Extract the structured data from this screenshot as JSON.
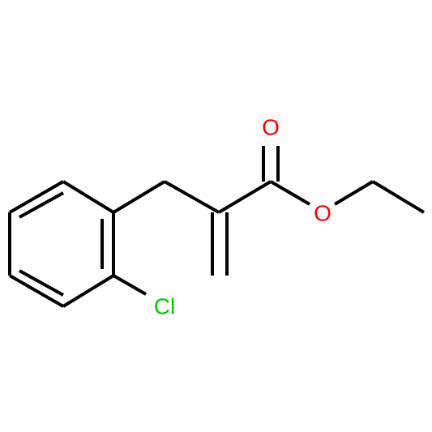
{
  "molecule": {
    "atoms": {
      "carbonyl_oxygen": {
        "symbol": "O",
        "color": "#ff0000"
      },
      "ester_oxygen": {
        "symbol": "O",
        "color": "#ff0000"
      },
      "chlorine": {
        "symbol": "Cl",
        "color": "#00cc00"
      }
    },
    "bond_color": "#000000"
  }
}
